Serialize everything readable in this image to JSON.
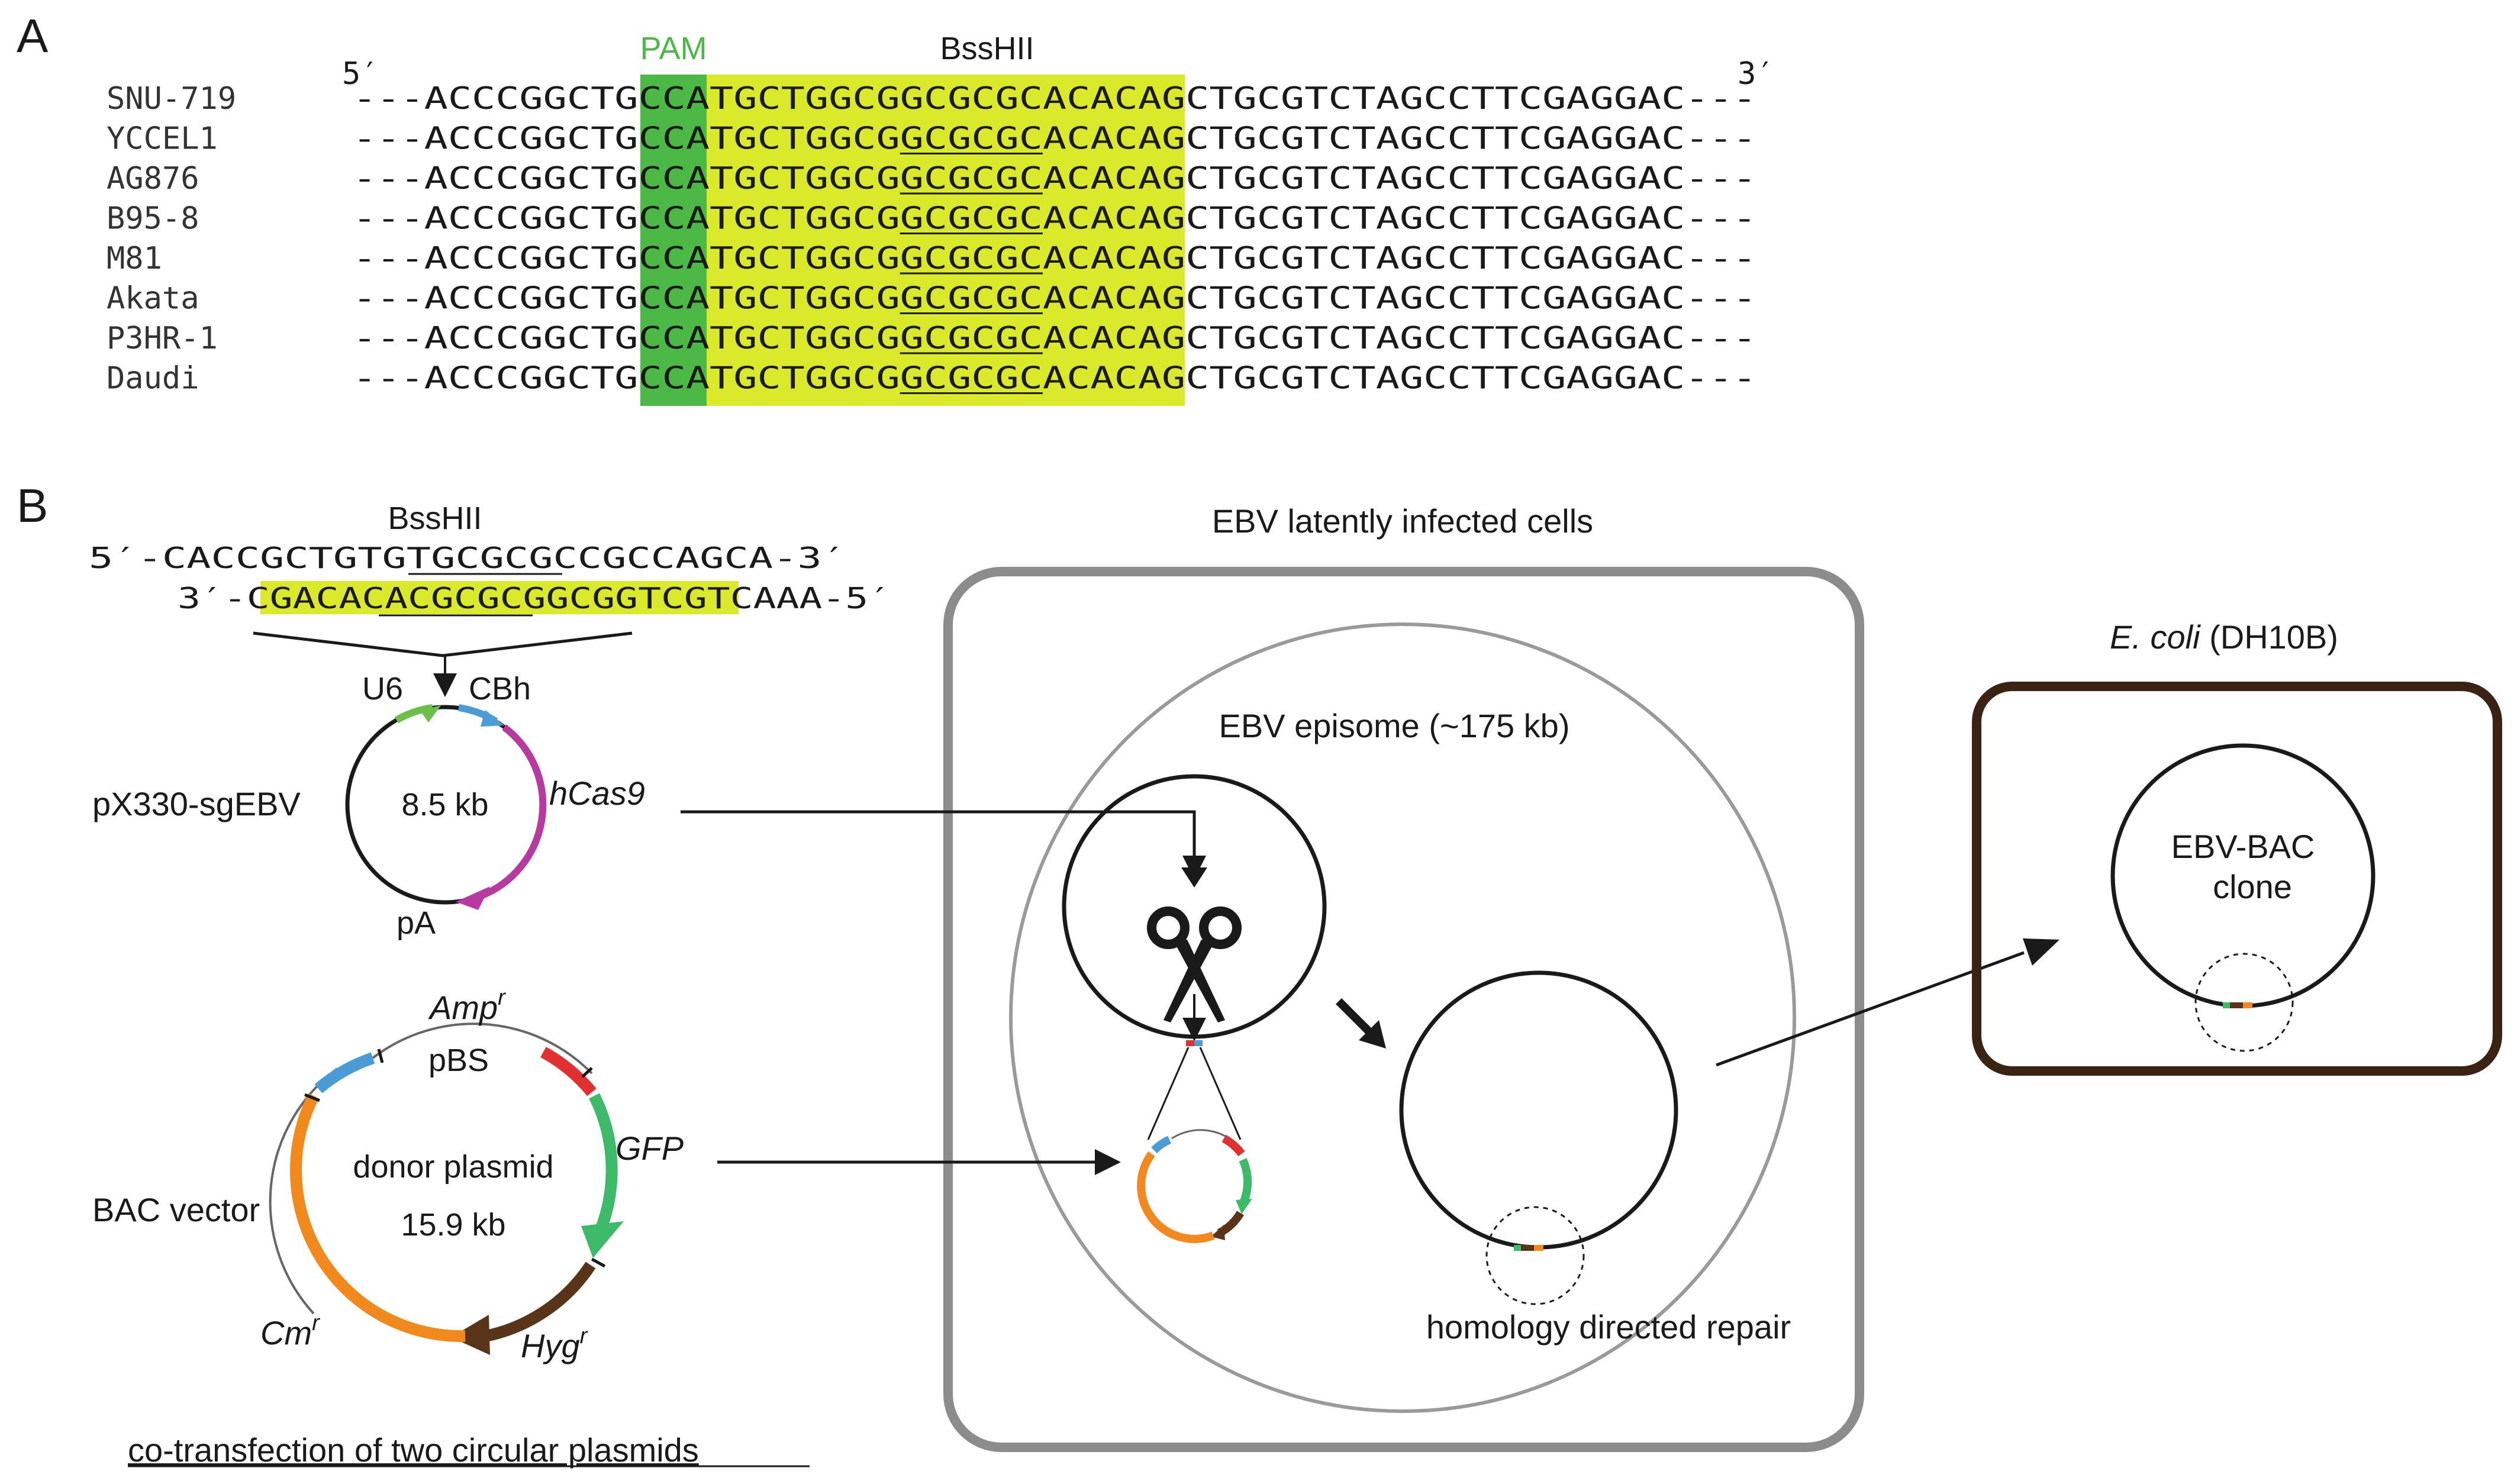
{
  "panel_a": {
    "label": "A",
    "end5": "5′",
    "end3": "3′",
    "pam_label": "PAM",
    "site_label": "BssHII",
    "strains": [
      "SNU-719",
      "YCCEL1",
      "AG876",
      "B95-8",
      "M81",
      "Akata",
      "P3HR-1",
      "Daudi"
    ],
    "sequence": "---ACCCGGCTGCCATGCTGGCGGCGCGCACACAGCTGCGTCTAGCCTTCGAGGAC---"
  },
  "panel_b": {
    "label": "B",
    "site_label": "BssHII",
    "oligo_top": "5′-CACCGCTGTGTGCGCGCCGCCAGCA-3′",
    "oligo_bottom": "3′-CGACACACGCGCGGCGGTCGTCAAA-5′",
    "px330": {
      "name": "pX330-sgEBV",
      "size": "8.5 kb",
      "u6": "U6",
      "cbh": "CBh",
      "cas9": "hCas9",
      "pa": "pA"
    },
    "donor": {
      "name_line1": "donor plasmid",
      "size": "15.9 kb",
      "ampr": "Amp",
      "ampr_sup": "r",
      "pbs": "pBS",
      "gfp": "GFP",
      "bac": "BAC vector",
      "cmr": "Cm",
      "cmr_sup": "r",
      "hygr": "Hyg",
      "hygr_sup": "r"
    },
    "cotransfection": "co-transfection of two circular plasmids",
    "cells_title": "EBV latently infected cells",
    "episome": "EBV episome (~175 kb)",
    "hdr": "homology directed repair",
    "ecoli_species": "E. coli",
    "ecoli_strain": " (DH10B)",
    "bac_clone_line1": "EBV-BAC",
    "bac_clone_line2": "clone"
  },
  "colors": {
    "pam_green": "#4cb946",
    "guide_yellow": "#dbe92b",
    "u6_green": "#6cc04a",
    "cbh_blue": "#4a9bd6",
    "cas9_magenta": "#b83aa0",
    "amp_red": "#e03030",
    "gfp_green": "#3dbb6b",
    "hyg_brown": "#5a3418",
    "bac_orange": "#f2891d",
    "ecoli_border": "#3b2314",
    "cell_border": "#8c8c8c"
  }
}
